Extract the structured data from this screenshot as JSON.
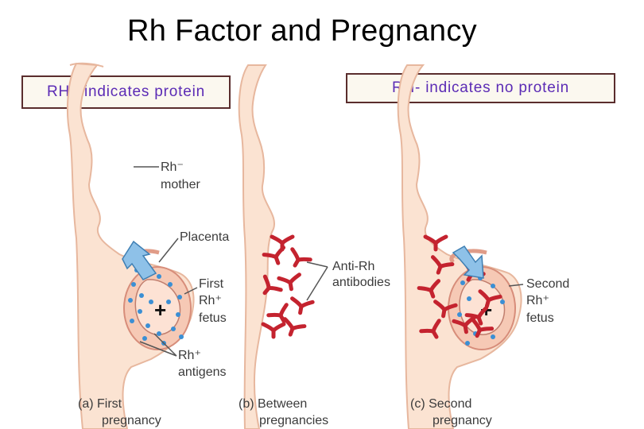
{
  "title": "Rh Factor and Pregnancy",
  "boxes": {
    "left": "RH+ indicates protein",
    "right": "RH- indicates no protein"
  },
  "labels": {
    "mother_line1": "Rh⁻",
    "mother_line2": "mother",
    "placenta": "Placenta",
    "first_fetus_1": "First",
    "first_fetus_2": "Rh⁺",
    "first_fetus_3": "fetus",
    "antigens_1": "Rh⁺",
    "antigens_2": "antigens",
    "antibodies_1": "Anti-Rh",
    "antibodies_2": "antibodies",
    "second_fetus_1": "Second",
    "second_fetus_2": "Rh⁺",
    "second_fetus_3": "fetus"
  },
  "captions": {
    "a1": "(a) First",
    "a2": "pregnancy",
    "b1": "(b) Between",
    "b2": "pregnancies",
    "c1": "(c) Second",
    "c2": "pregnancy"
  },
  "colors": {
    "body": "#fbe3d2",
    "body_outline": "#e7b79e",
    "antigen": "#3b8fd4",
    "antibody": "#c4232f",
    "arrow": "#8ec1e8",
    "title_text": "#000000",
    "box_text": "#5b2bb5"
  }
}
